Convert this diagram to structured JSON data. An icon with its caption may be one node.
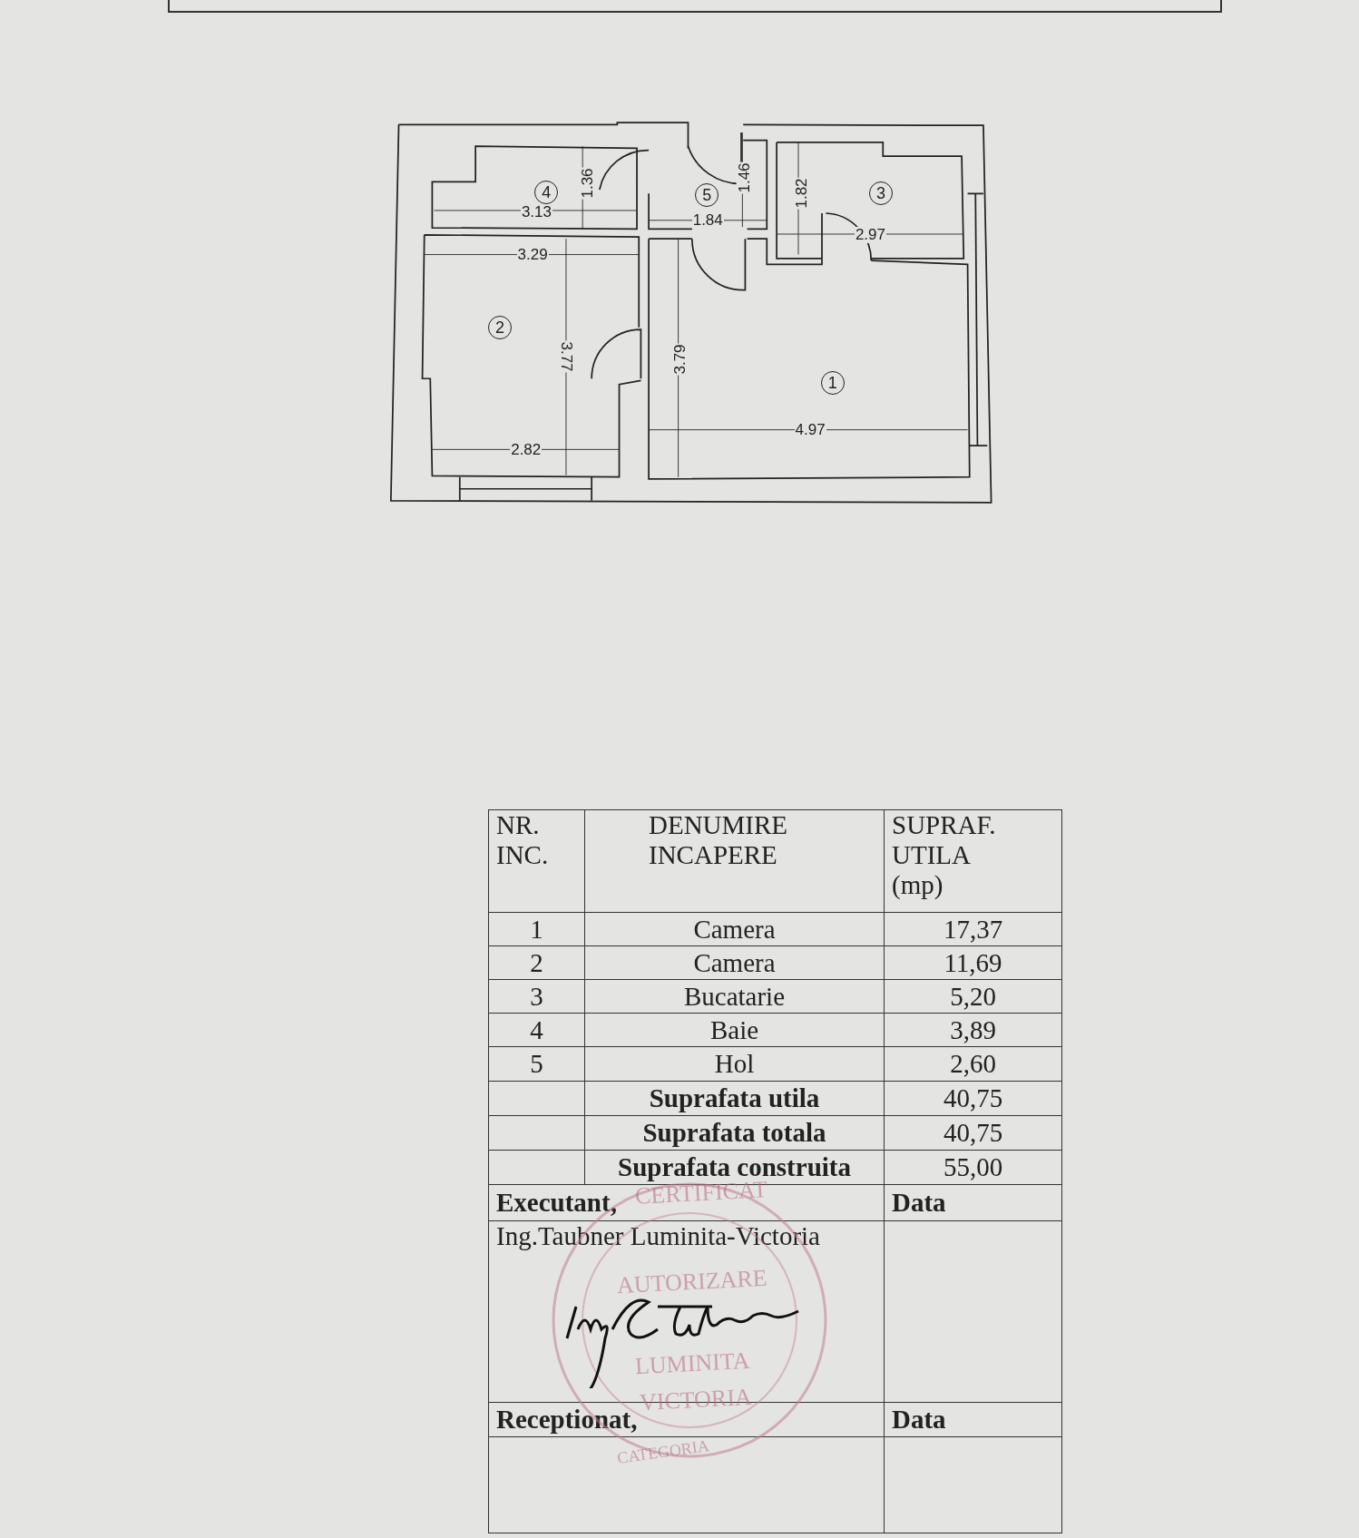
{
  "diagram": {
    "labels": [
      "4",
      "1.36",
      "5",
      "1.46",
      "1.82",
      "3",
      "3.13",
      "1.84",
      "2.97",
      "3.29",
      "2",
      "3.77",
      "3.79",
      "1",
      "4.97",
      "2.82",
      "NR. INC.",
      "DENUMIRE INCAPERE",
      "SUPRAF. UTILA (mp)",
      "1",
      "Camera",
      "17,37",
      "2",
      "Camera",
      "11,69",
      "3",
      "Bucatarie",
      "5,20",
      "4",
      "Baie",
      "3,89",
      "5",
      "Hol",
      "2,60",
      "Suprafata utila",
      "40,75",
      "Suprafata totala",
      "40,75",
      "Suprafata construita",
      "55,00",
      "Executant,",
      "Data",
      "Ing.Taubner Luminita-Victoria",
      "Receptionat,",
      "Data",
      "CERTIFICAT",
      "AUTORIZARE",
      "LUMINITA",
      "VICTORIA",
      "CATEGORIA"
    ]
  }
}
